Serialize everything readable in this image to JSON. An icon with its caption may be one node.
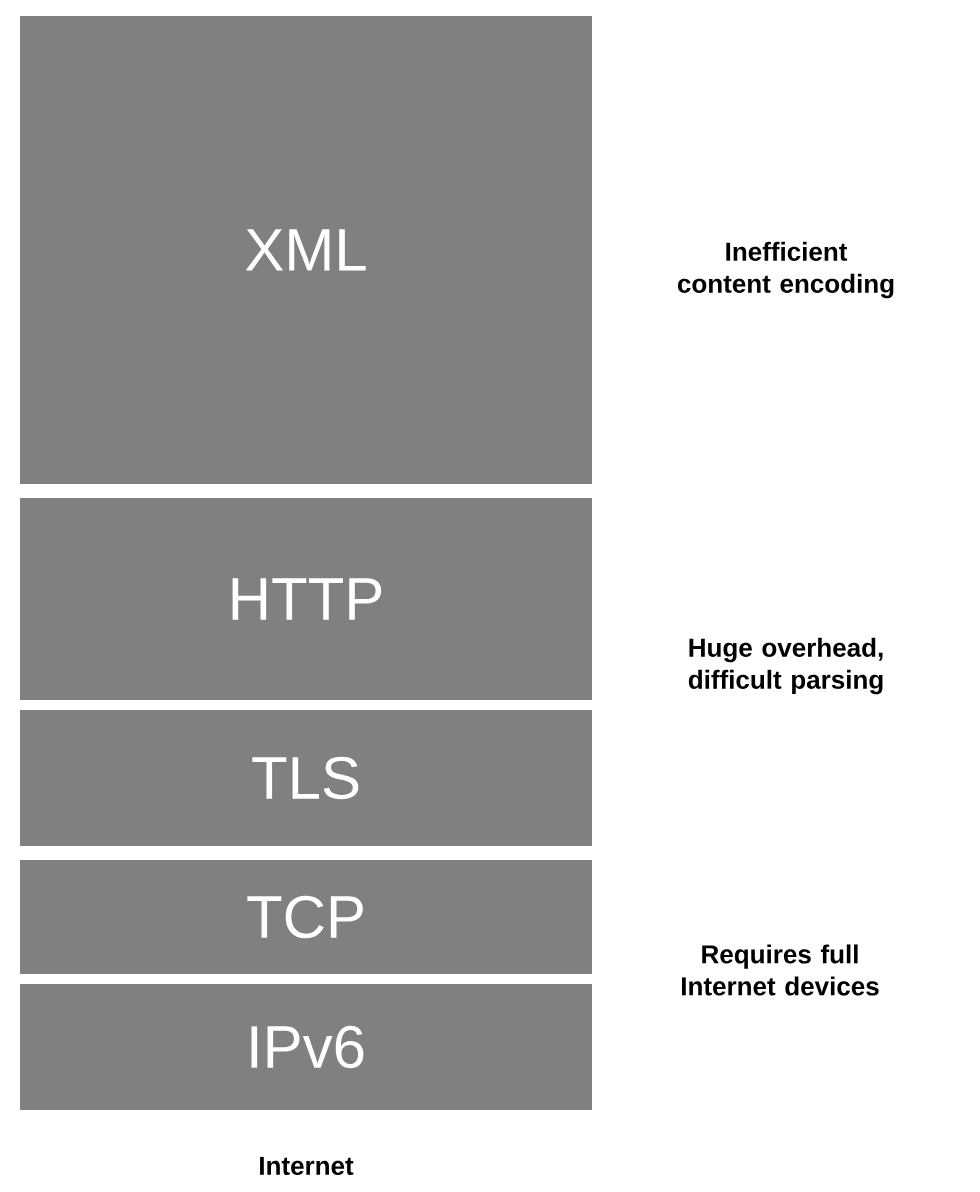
{
  "diagram": {
    "nodes": [
      {
        "text": [
          "XML"
        ]
      },
      {
        "text": [
          "HTTP"
        ]
      },
      {
        "text": [
          "TLS"
        ]
      },
      {
        "text": [
          "TCP"
        ]
      },
      {
        "text": [
          "IPv6"
        ]
      }
    ],
    "labels": [
      "Inefficient content encoding",
      "Huge overhead, difficult parsing",
      "Requires full Internet devices",
      "Internet"
    ]
  }
}
